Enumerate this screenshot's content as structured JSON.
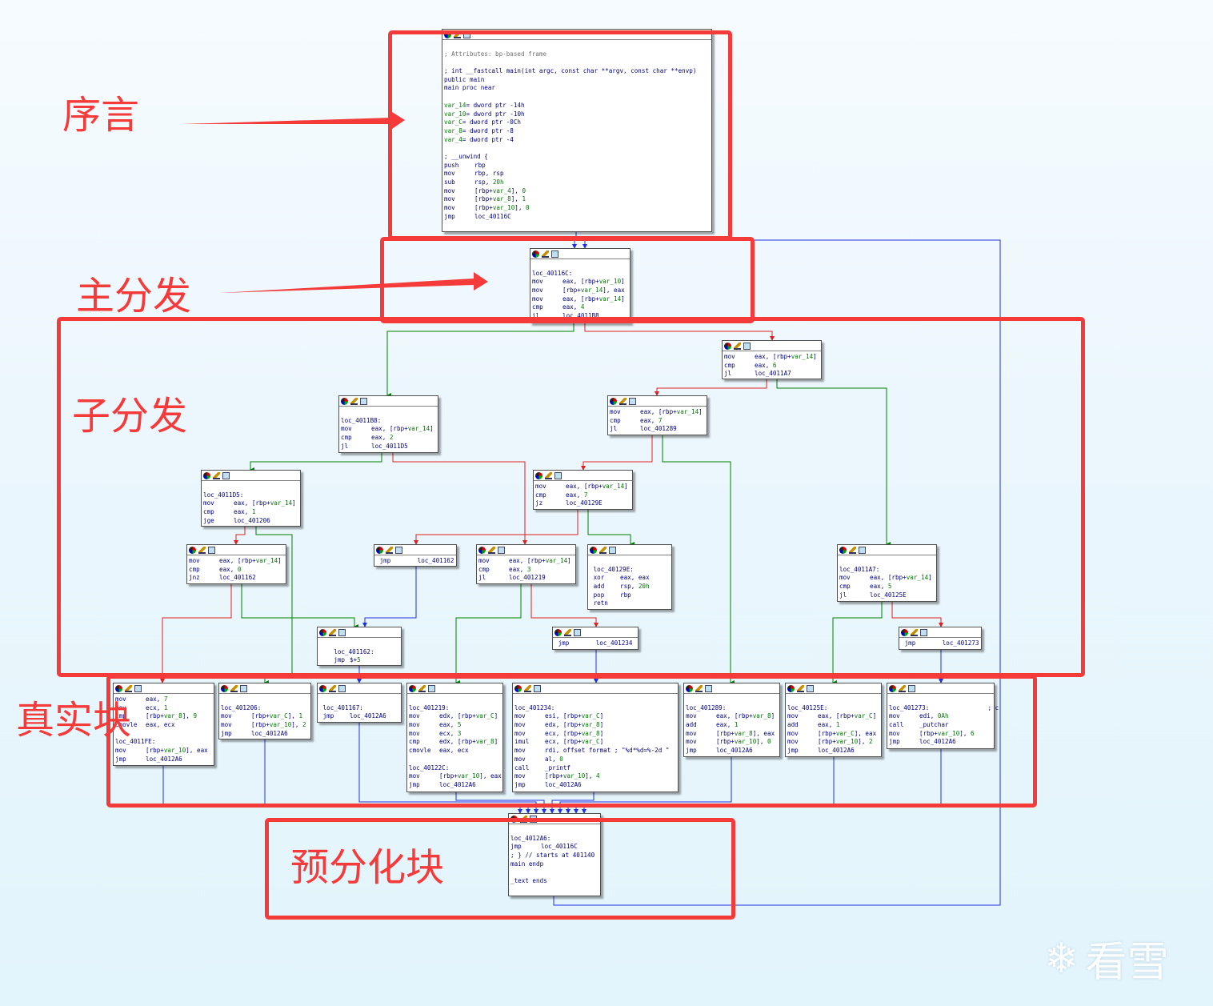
{
  "annotations": {
    "prologue": "序言",
    "main_dispatcher": "主分发",
    "sub_dispatcher": "子分发",
    "real_blocks": "真实块",
    "predispatcher": "预分化块"
  },
  "watermark": {
    "icon": "snowflake-icon",
    "text": "看雪"
  },
  "colors": {
    "annotation": "#f53a3a",
    "edge_true": "#008000",
    "edge_false": "#e02020",
    "edge_jump": "#2030e0"
  },
  "blocks": {
    "prologue": {
      "lines": [
        {
          "t": ""
        },
        {
          "t": "; Attributes: bp-based frame",
          "cls": "c"
        },
        {
          "t": ""
        },
        {
          "t": "; int __fastcall main(int argc, const char **argv, const char **envp)"
        },
        {
          "t": "public main"
        },
        {
          "t": "main proc near"
        },
        {
          "t": ""
        },
        {
          "t": "var_14= dword ptr -14h"
        },
        {
          "t": "var_10= dword ptr -10h"
        },
        {
          "t": "var_C= dword ptr -0Ch"
        },
        {
          "t": "var_8= dword ptr -8"
        },
        {
          "t": "var_4= dword ptr -4"
        },
        {
          "t": ""
        },
        {
          "t": "; __unwind {"
        },
        {
          "m": "push",
          "o": "rbp"
        },
        {
          "m": "mov",
          "o": "rbp, rsp"
        },
        {
          "m": "sub",
          "o": "rsp, 20h"
        },
        {
          "m": "mov",
          "o": "[rbp+var_4], 0"
        },
        {
          "m": "mov",
          "o": "[rbp+var_8], 1"
        },
        {
          "m": "mov",
          "o": "[rbp+var_10], 0"
        },
        {
          "m": "jmp",
          "o": "loc_40116C"
        }
      ]
    },
    "dispatcher": {
      "lines": [
        {
          "t": ""
        },
        {
          "t": "loc_40116C:"
        },
        {
          "m": "mov",
          "o": "eax, [rbp+var_10]"
        },
        {
          "m": "mov",
          "o": "[rbp+var_14], eax"
        },
        {
          "m": "mov",
          "o": "eax, [rbp+var_14]"
        },
        {
          "m": "cmp",
          "o": "eax, 4"
        },
        {
          "m": "jl",
          "o": "loc_4011B8"
        }
      ]
    },
    "cmp6": {
      "lines": [
        {
          "m": "mov",
          "o": "eax, [rbp+var_14]"
        },
        {
          "m": "cmp",
          "o": "eax, 6"
        },
        {
          "m": "jl",
          "o": "loc_4011A7"
        }
      ]
    },
    "loc_4011B8": {
      "lines": [
        {
          "t": ""
        },
        {
          "t": "loc_4011B8:"
        },
        {
          "m": "mov",
          "o": "eax, [rbp+var_14]"
        },
        {
          "m": "cmp",
          "o": "eax, 2"
        },
        {
          "m": "jl",
          "o": "loc_4011D5"
        }
      ]
    },
    "cmp7a": {
      "lines": [
        {
          "m": "mov",
          "o": "eax, [rbp+var_14]"
        },
        {
          "m": "cmp",
          "o": "eax, 7"
        },
        {
          "m": "jl",
          "o": "loc_401289"
        }
      ]
    },
    "loc_4011D5": {
      "lines": [
        {
          "t": ""
        },
        {
          "t": "loc_4011D5:"
        },
        {
          "m": "mov",
          "o": "eax, [rbp+var_14]"
        },
        {
          "m": "cmp",
          "o": "eax, 1"
        },
        {
          "m": "jge",
          "o": "loc_401206"
        }
      ]
    },
    "cmp7b": {
      "lines": [
        {
          "m": "mov",
          "o": "eax, [rbp+var_14]"
        },
        {
          "m": "cmp",
          "o": "eax, 7"
        },
        {
          "m": "jz",
          "o": "loc_40129E"
        }
      ]
    },
    "cmp0": {
      "lines": [
        {
          "m": "mov",
          "o": "eax, [rbp+var_14]"
        },
        {
          "m": "cmp",
          "o": "eax, 0"
        },
        {
          "m": "jnz",
          "o": "loc_401162"
        }
      ]
    },
    "jmp162": {
      "lines": [
        {
          "m": " jmp",
          "o": "   loc_401162"
        }
      ]
    },
    "cmp3": {
      "lines": [
        {
          "m": "mov",
          "o": "eax, [rbp+var_14]"
        },
        {
          "m": "cmp",
          "o": "eax, 3"
        },
        {
          "m": "jl",
          "o": "loc_401219"
        }
      ]
    },
    "loc_40129E": {
      "lines": [
        {
          "t": ""
        },
        {
          "t": " loc_40129E:"
        },
        {
          "m": " xor",
          "o": "eax, eax"
        },
        {
          "m": " add",
          "o": "rsp, 20h"
        },
        {
          "m": " pop",
          "o": "rbp"
        },
        {
          "t": " retn"
        }
      ]
    },
    "loc_4011A7": {
      "lines": [
        {
          "t": ""
        },
        {
          "t": "loc_4011A7:"
        },
        {
          "m": "mov",
          "o": "eax, [rbp+var_14]"
        },
        {
          "m": "cmp",
          "o": "eax, 5"
        },
        {
          "m": "jl",
          "o": "loc_40125E"
        }
      ]
    },
    "loc_401162": {
      "lines": [
        {
          "t": ""
        },
        {
          "t": "    loc_401162:"
        },
        {
          "m": "    jmp",
          "o": "$+5"
        }
      ]
    },
    "jmp234": {
      "lines": [
        {
          "m": " jmp",
          "o": "   loc_401234"
        }
      ]
    },
    "jmp273": {
      "lines": [
        {
          "m": " jmp",
          "o": "   loc_401273"
        }
      ]
    },
    "real1": {
      "lines": [
        {
          "m": "mov",
          "o": "eax, 7"
        },
        {
          "m": "mov",
          "o": "ecx, 1"
        },
        {
          "m": "cmp",
          "o": "[rbp+var_8], 9"
        },
        {
          "m": "cmovle",
          "o": "eax, ecx"
        },
        {
          "t": ""
        },
        {
          "t": "loc_4011FE:"
        },
        {
          "m": "mov",
          "o": "[rbp+var_10], eax"
        },
        {
          "m": "jmp",
          "o": "loc_4012A6"
        }
      ]
    },
    "loc_401206": {
      "lines": [
        {
          "t": ""
        },
        {
          "t": "loc_401206:"
        },
        {
          "m": "mov",
          "o": "[rbp+var_C], 1"
        },
        {
          "m": "mov",
          "o": "[rbp+var_10], 2"
        },
        {
          "m": "jmp",
          "o": "loc_4012A6"
        }
      ]
    },
    "loc_401167": {
      "lines": [
        {
          "t": ""
        },
        {
          "t": " loc_401167:"
        },
        {
          "m": " jmp",
          "o": "loc_4012A6"
        }
      ]
    },
    "loc_401219": {
      "lines": [
        {
          "t": ""
        },
        {
          "t": "loc_401219:"
        },
        {
          "m": "mov",
          "o": "edx, [rbp+var_C]"
        },
        {
          "m": "mov",
          "o": "eax, 5"
        },
        {
          "m": "mov",
          "o": "ecx, 3"
        },
        {
          "m": "cmp",
          "o": "edx, [rbp+var_8]"
        },
        {
          "m": "cmovle",
          "o": "eax, ecx"
        },
        {
          "t": ""
        },
        {
          "t": "loc_40122C:"
        },
        {
          "m": "mov",
          "o": "[rbp+var_10], eax"
        },
        {
          "m": "jmp",
          "o": "loc_4012A6"
        }
      ]
    },
    "loc_401234": {
      "lines": [
        {
          "t": ""
        },
        {
          "t": "loc_401234:"
        },
        {
          "m": "mov",
          "o": "esi, [rbp+var_C]"
        },
        {
          "m": "mov",
          "o": "edx, [rbp+var_8]"
        },
        {
          "m": "mov",
          "o": "ecx, [rbp+var_8]"
        },
        {
          "m": "imul",
          "o": "ecx, [rbp+var_C]"
        },
        {
          "m": "mov",
          "o": "rdi, offset format ; \"%d*%d=%-2d \""
        },
        {
          "m": "mov",
          "o": "al, 0"
        },
        {
          "m": "call",
          "o": "_printf"
        },
        {
          "m": "mov",
          "o": "[rbp+var_10], 4"
        },
        {
          "m": "jmp",
          "o": "loc_4012A6"
        }
      ]
    },
    "loc_401289": {
      "lines": [
        {
          "t": ""
        },
        {
          "t": "loc_401289:"
        },
        {
          "m": "mov",
          "o": "eax, [rbp+var_8]"
        },
        {
          "m": "add",
          "o": "eax, 1"
        },
        {
          "m": "mov",
          "o": "[rbp+var_8], eax"
        },
        {
          "m": "mov",
          "o": "[rbp+var_10], 0"
        },
        {
          "m": "jmp",
          "o": "loc_4012A6"
        }
      ]
    },
    "loc_40125E": {
      "lines": [
        {
          "t": ""
        },
        {
          "t": "loc_40125E:"
        },
        {
          "m": "mov",
          "o": "eax, [rbp+var_C]"
        },
        {
          "m": "add",
          "o": "eax, 1"
        },
        {
          "m": "mov",
          "o": "[rbp+var_C], eax"
        },
        {
          "m": "mov",
          "o": "[rbp+var_10], 2"
        },
        {
          "m": "jmp",
          "o": "loc_4012A6"
        }
      ]
    },
    "loc_401273": {
      "lines": [
        {
          "t": ""
        },
        {
          "t": "loc_401273:                ; c"
        },
        {
          "m": "mov",
          "o": "edi, 0Ah"
        },
        {
          "m": "call",
          "o": "_putchar"
        },
        {
          "m": "mov",
          "o": "[rbp+var_10], 6"
        },
        {
          "m": "jmp",
          "o": "loc_4012A6"
        }
      ]
    },
    "loc_4012A6": {
      "lines": [
        {
          "t": ""
        },
        {
          "t": "loc_4012A6:"
        },
        {
          "m": "jmp",
          "o": "loc_40116C"
        },
        {
          "t": "; } // starts at 401140"
        },
        {
          "t": "main endp"
        },
        {
          "t": ""
        },
        {
          "t": "_text ends"
        }
      ]
    }
  }
}
